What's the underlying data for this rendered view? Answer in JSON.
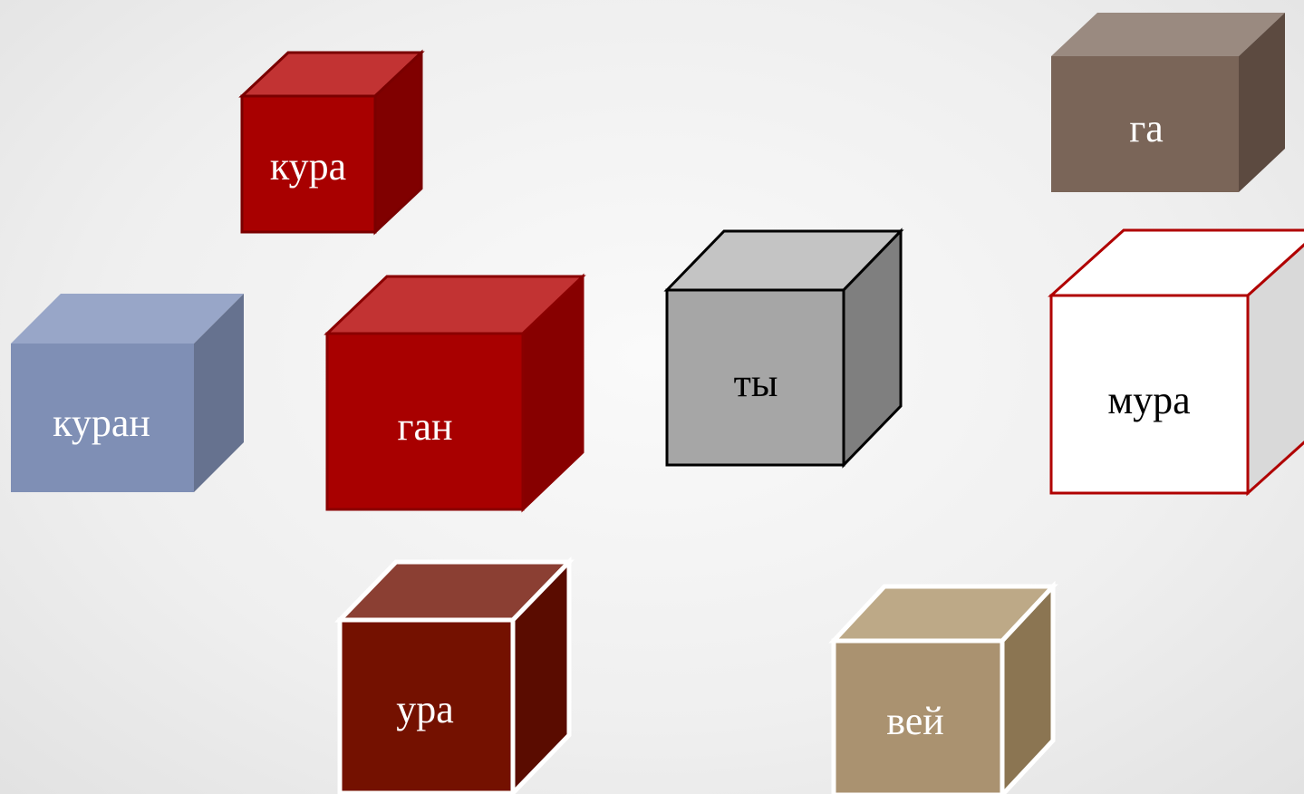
{
  "cubes": [
    {
      "id": "kura",
      "label": "кура",
      "text_color": "#ffffff",
      "front": "#a80000",
      "top": "#c23333",
      "side": "#800000",
      "stroke": "#7a0000",
      "stroke_width": 3
    },
    {
      "id": "ga",
      "label": "га",
      "text_color": "#ffffff",
      "front": "#7a6558",
      "top": "#9a8a80",
      "side": "#5c4a40",
      "stroke": "none",
      "stroke_width": 0
    },
    {
      "id": "kuran",
      "label": "куран",
      "text_color": "#ffffff",
      "front": "#7f8fb5",
      "top": "#98a6c8",
      "side": "#66728f",
      "stroke": "none",
      "stroke_width": 0
    },
    {
      "id": "gan",
      "label": "ган",
      "text_color": "#ffffff",
      "front": "#a80000",
      "top": "#c23333",
      "side": "#870000",
      "stroke": "#8a0000",
      "stroke_width": 3
    },
    {
      "id": "ty",
      "label": "ты",
      "text_color": "#000000",
      "front": "#a6a6a6",
      "top": "#c4c4c4",
      "side": "#7f7f7f",
      "stroke": "#000000",
      "stroke_width": 3
    },
    {
      "id": "mura",
      "label": "мура",
      "text_color": "#000000",
      "front": "#ffffff",
      "top": "#ffffff",
      "side": "#d9d9d9",
      "stroke": "#b00000",
      "stroke_width": 3
    },
    {
      "id": "ura",
      "label": "ура",
      "text_color": "#ffffff",
      "front": "#741100",
      "top": "#8b3f33",
      "side": "#5a0c00",
      "stroke": "#ffffff",
      "stroke_width": 5
    },
    {
      "id": "vey",
      "label": "вей",
      "text_color": "#ffffff",
      "front": "#aa9270",
      "top": "#bda987",
      "side": "#8b7552",
      "stroke": "#ffffff",
      "stroke_width": 5
    }
  ]
}
